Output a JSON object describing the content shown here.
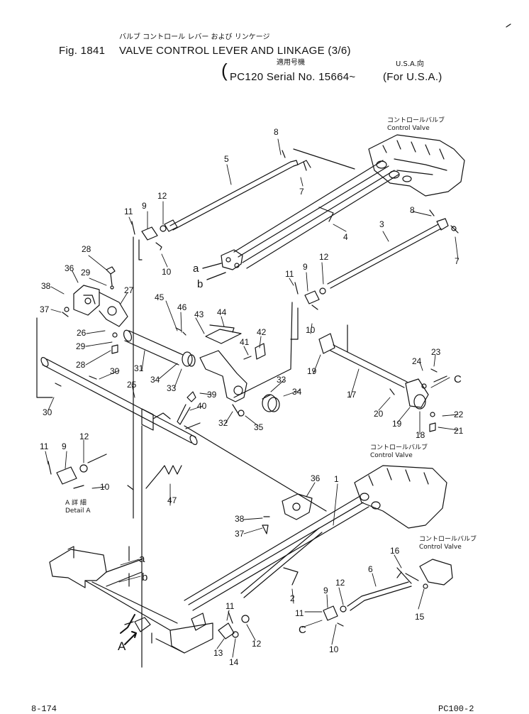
{
  "header": {
    "kana_title": "バルブ  コントロール  レバー  および  リンケージ",
    "fig_number": "Fig. 1841",
    "title": "VALVE CONTROL LEVER AND LINKAGE (3/6)",
    "applicability_kana": "適用号機",
    "serial": "PC120 Serial No. 15664~",
    "region_kana": "U.S.A.向",
    "region": "(For U.S.A.)"
  },
  "callouts": {
    "control_valve_kana": "コントロールバルブ",
    "control_valve": "Control Valve",
    "detail_a_kana": "A 詳 細",
    "detail_a": "Detail A",
    "letter_a": "a",
    "letter_b": "b",
    "letter_c": "C",
    "letter_view_a": "A"
  },
  "part_numbers": [
    "1",
    "2",
    "3",
    "4",
    "5",
    "6",
    "7",
    "8",
    "9",
    "10",
    "11",
    "12",
    "13",
    "14",
    "15",
    "16",
    "17",
    "18",
    "19",
    "20",
    "21",
    "22",
    "23",
    "24",
    "25",
    "26",
    "27",
    "28",
    "29",
    "30",
    "31",
    "32",
    "33",
    "34",
    "35",
    "36",
    "37",
    "38",
    "39",
    "40",
    "41",
    "42",
    "43",
    "44",
    "45",
    "46",
    "47"
  ],
  "footer": {
    "page": "8-174",
    "model": "PC100-2"
  }
}
